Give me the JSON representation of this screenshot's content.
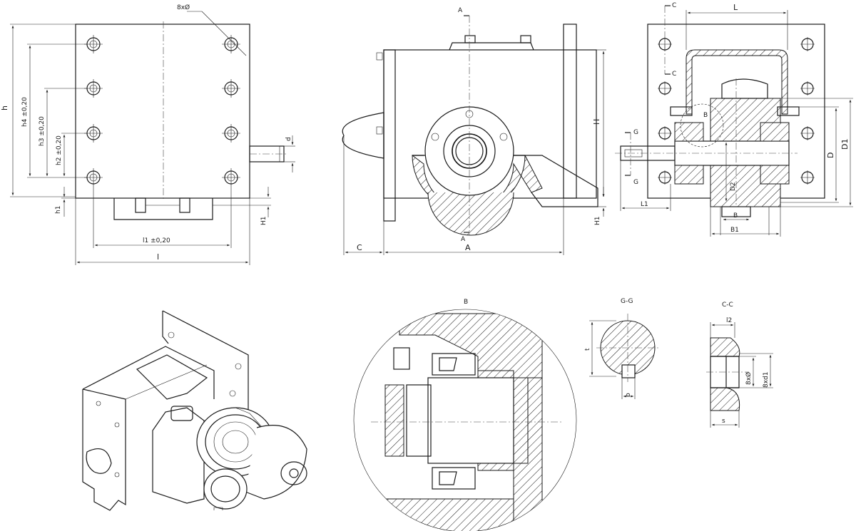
{
  "front_view": {
    "bolt_callout": "8xØ",
    "h": "h",
    "h4": "h4 ±0,20",
    "h3": "h3 ±0,20",
    "h2": "h2 ±0,20",
    "h1": "h1",
    "H1": "H1",
    "d": "d",
    "l1": "l1 ±0,20",
    "l": "l"
  },
  "side_view": {
    "section_a_top": "A",
    "section_a_bottom": "A",
    "H": "H",
    "H1": "H1",
    "C": "C",
    "A": "A"
  },
  "section_view": {
    "C_top": "C",
    "C_mid": "C",
    "L": "L",
    "B_marker": "B",
    "G_top": "G",
    "G_bottom": "G",
    "D": "D",
    "D1": "D1",
    "D2": "D2",
    "L1": "L1",
    "B": "B",
    "B1": "B1"
  },
  "detail_b": {
    "title": "B"
  },
  "section_gg": {
    "title": "G-G",
    "t": "t",
    "b": "b"
  },
  "section_cc": {
    "title": "C-C",
    "l2": "l2",
    "hole": "8xØ",
    "thread": "8xd1",
    "s": "s"
  }
}
